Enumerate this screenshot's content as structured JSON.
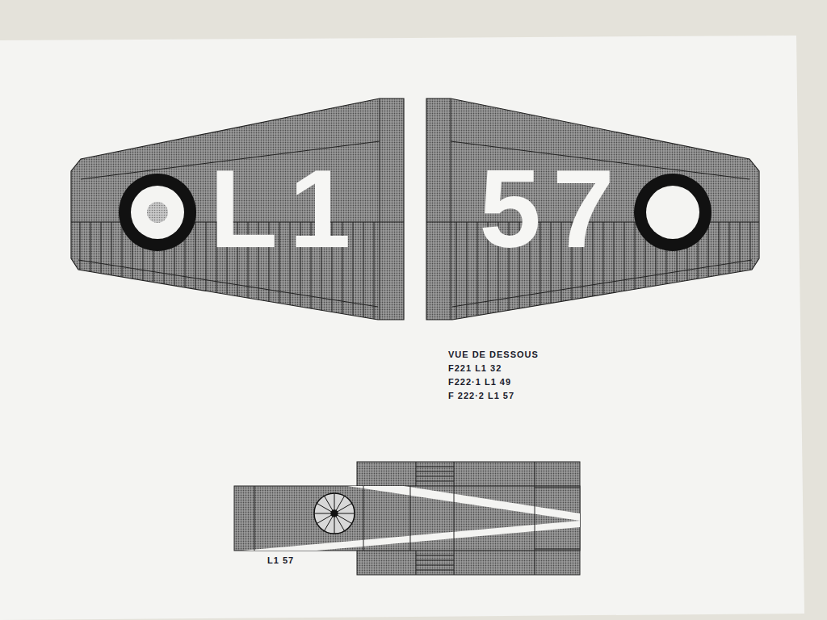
{
  "diagram": {
    "nodes": [
      {
        "text": [
          "L1"
        ]
      },
      {
        "text": [
          "57"
        ]
      }
    ],
    "labels": [
      "VUE DE DESSOUS",
      "F221 L1 32",
      "F222·1 L1 49",
      "F 222·2 L1 57",
      "L1 57"
    ]
  }
}
